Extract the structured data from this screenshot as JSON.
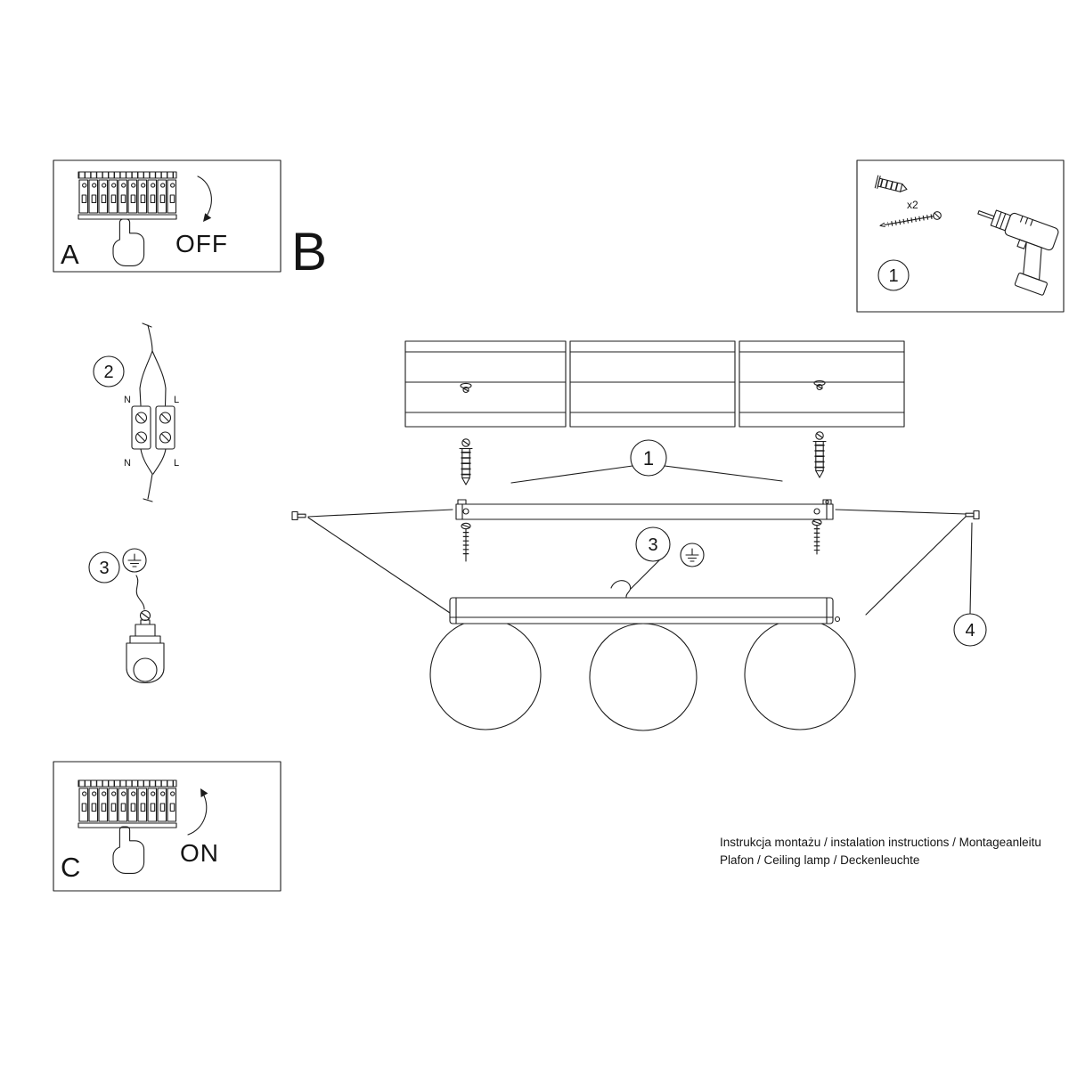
{
  "sections": {
    "panel_a_label": "A",
    "panel_b_label": "B",
    "panel_c_label": "C",
    "power_off": "OFF",
    "power_on": "ON"
  },
  "tools": {
    "callout": "1",
    "anchor_qty": "x2"
  },
  "callouts": {
    "one": "1",
    "two": "2",
    "three": "3",
    "four": "4"
  },
  "wiring": {
    "neutral_top": "N",
    "live_top": "L",
    "neutral_bottom": "N",
    "live_bottom": "L"
  },
  "document": {
    "footer_line1": "Instrukcja montażu / instalation instructions / Montageanleitu",
    "footer_line2": "Plafon / Ceiling lamp / Deckenleuchte"
  }
}
